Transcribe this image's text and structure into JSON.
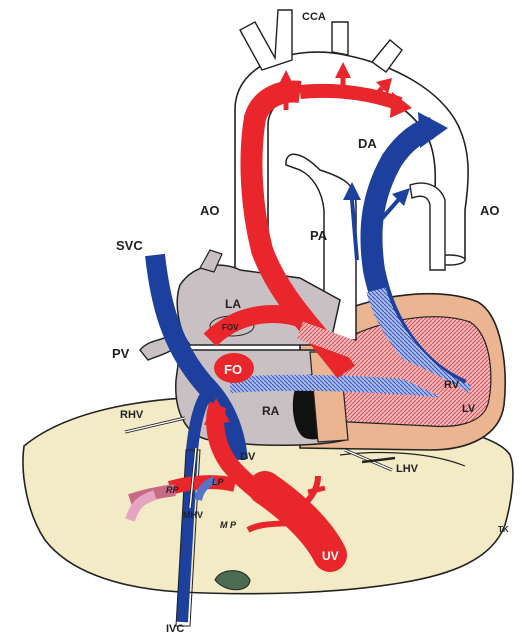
{
  "labels": {
    "cca": "CCA",
    "da": "DA",
    "ao_left": "AO",
    "ao_right": "AO",
    "pa": "PA",
    "svc": "SVC",
    "la": "LA",
    "fov": "FOV",
    "pv": "PV",
    "fo": "FO",
    "rv": "RV",
    "lv": "LV",
    "rhv": "RHV",
    "ra": "RA",
    "dv": "DV",
    "lhv": "LHV",
    "rp": "RP",
    "lp": "LP",
    "mhv": "MHV",
    "mp": "M P",
    "uv": "UV",
    "ivc": "IVC",
    "signature": "TK"
  },
  "colors": {
    "oxygenated": "#e8262b",
    "deoxygenated": "#1d3f9e",
    "mixed": "#c86a86",
    "liver": "#f3ebc6",
    "heart": "#eab590",
    "atrium": "#c9c0c4",
    "outline": "#222222"
  }
}
